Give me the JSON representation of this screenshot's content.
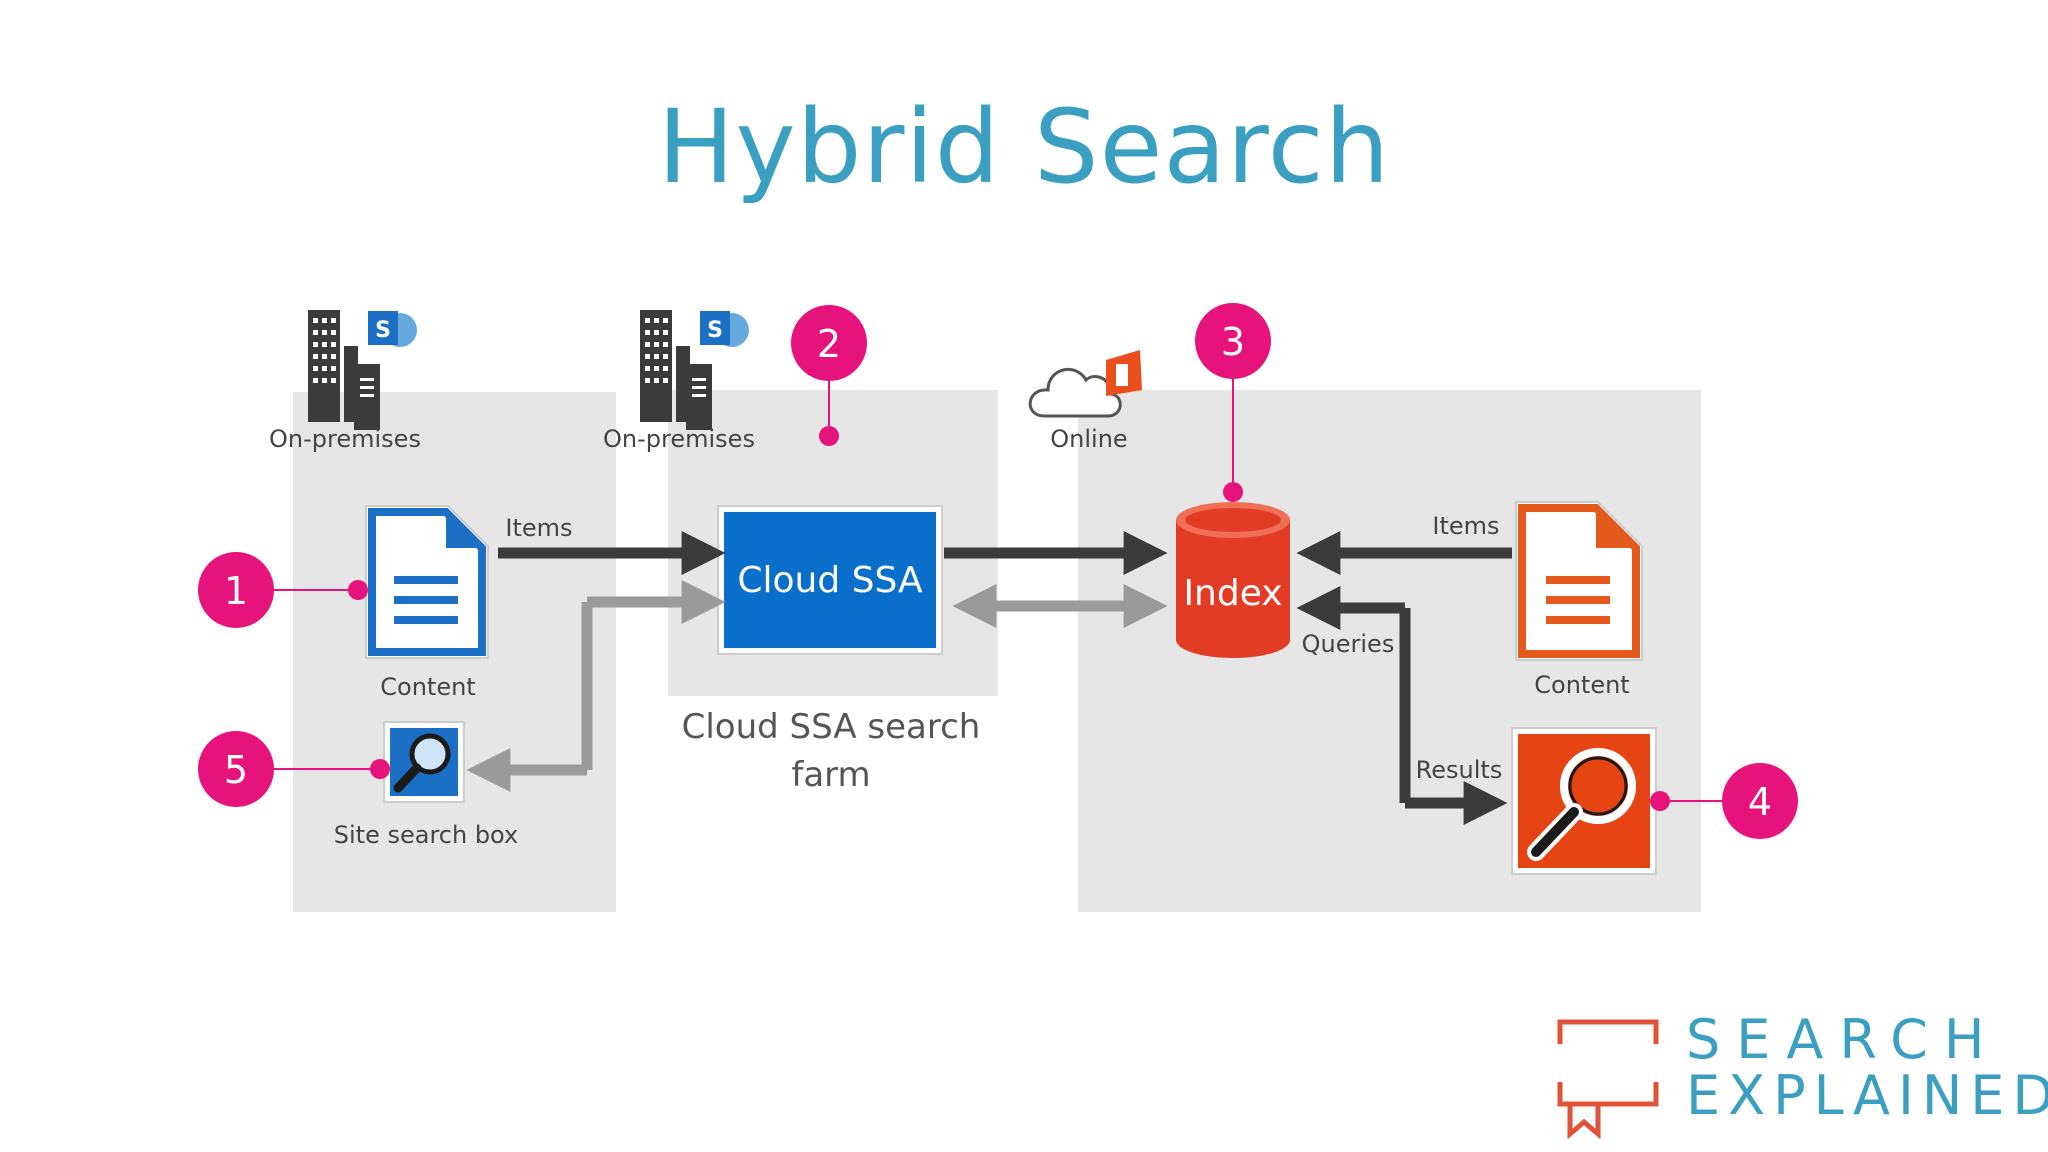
{
  "title": "Hybrid Search",
  "panels": {
    "left_location": "On-premises",
    "middle_location": "On-premises",
    "right_location": "Online",
    "middle_caption_line1": "Cloud SSA search",
    "middle_caption_line2": "farm"
  },
  "nodes": {
    "cloud_ssa": "Cloud SSA",
    "index": "Index",
    "left_content": "Content",
    "right_content": "Content",
    "site_search_box": "Site search box"
  },
  "arrow_labels": {
    "items_left": "Items",
    "items_right": "Items",
    "queries": "Queries",
    "results": "Results"
  },
  "callouts": [
    "1",
    "2",
    "3",
    "4",
    "5"
  ],
  "icons": {
    "onprem_left": "building-sharepoint-icon",
    "onprem_middle": "building-sharepoint-icon",
    "online": "cloud-office-icon",
    "document": "document-icon",
    "search": "magnifier-icon",
    "database": "database-icon"
  },
  "logo": {
    "line1": "SEARCH",
    "line2": "EXPLAINED",
    "text_color": "#3a9fc0",
    "mark_color": "#e0533a"
  },
  "colors": {
    "title": "#3a9fc0",
    "callout": "#e6137c",
    "cloud_ssa": "#0a6fcb",
    "index": "#e23c24",
    "orange_doc": "#e45a1d",
    "blue_doc": "#1b6fc4",
    "panel": "#e6e6e6"
  }
}
